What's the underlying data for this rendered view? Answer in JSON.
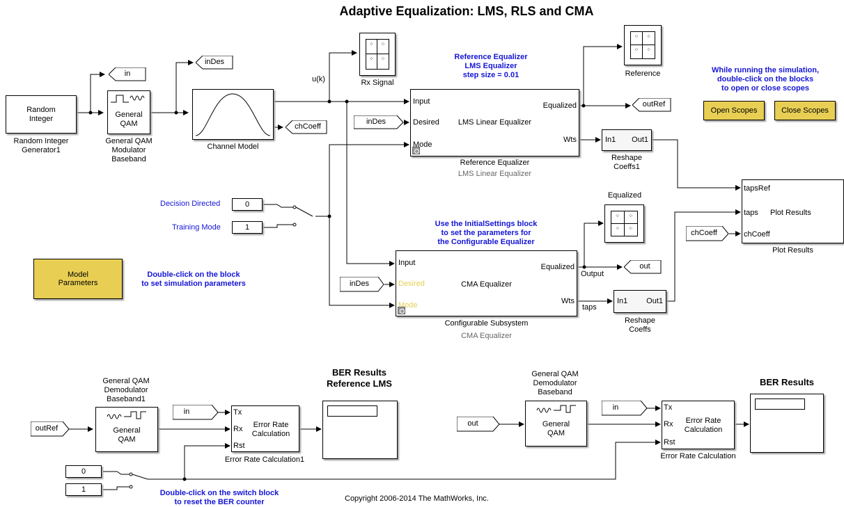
{
  "title": "Adaptive Equalization: LMS, RLS and CMA",
  "blocks": {
    "random_integer": {
      "text": "Random\nInteger",
      "caption": "Random Integer\nGenerator1"
    },
    "qam_mod": {
      "text": "General\nQAM",
      "caption": "General QAM\nModulator\nBaseband"
    },
    "channel": {
      "caption": "Channel Model"
    },
    "rx_scope": {
      "caption": "Rx Signal"
    },
    "ref_eq": {
      "center": "LMS Linear  Equalizer",
      "ports": {
        "input": "Input",
        "desired": "Desired",
        "mode": "Mode",
        "equalized": "Equalized",
        "wts": "Wts"
      },
      "caption": "Reference Equalizer",
      "subcaption": "LMS Linear  Equalizer",
      "note": "Reference Equalizer\nLMS Equalizer\nstep size = 0.01"
    },
    "ref_scope": {
      "caption": "Reference"
    },
    "reshape1": {
      "in": "In1",
      "out": "Out1",
      "caption": "Reshape\nCoeffs1"
    },
    "cfg_eq": {
      "center": "CMA Equalizer",
      "ports": {
        "input": "Input",
        "desired": "Desired",
        "mode": "Mode",
        "equalized": "Equalized",
        "wts": "Wts"
      },
      "caption": "Configurable Subsystem",
      "subcaption": "CMA Equalizer",
      "note": "Use the InitialSettings block\nto set the parameters for\nthe Configurable Equalizer",
      "output_label": "Output",
      "taps_label": "taps"
    },
    "eq_scope": {
      "caption": "Equalized"
    },
    "reshape": {
      "in": "In1",
      "out": "Out1",
      "caption": "Reshape\nCoeffs"
    },
    "plot": {
      "ports": [
        "tapsRef",
        "taps",
        "chCoeff"
      ],
      "center": "Plot Results",
      "caption": "Plot Results"
    },
    "model_params": {
      "text": "Model\nParameters",
      "note": "Double-click on the block\nto set simulation parameters"
    },
    "decision_directed": {
      "label": "Decision Directed",
      "value": "0"
    },
    "training_mode": {
      "label": "Training Mode",
      "value": "1"
    },
    "uk_label": "u(k)",
    "qam_demod1": {
      "text": "General\nQAM",
      "caption": "General QAM\nDemodulator\nBaseband1"
    },
    "err1": {
      "ports": [
        "Tx",
        "Rx",
        "Rst"
      ],
      "center": "Error Rate\nCalculation",
      "caption": "Error Rate Calculation1"
    },
    "ber1": {
      "title": "BER Results\nReference LMS"
    },
    "qam_demod": {
      "text": "General\nQAM",
      "caption": "General QAM\nDemodulator\nBaseband"
    },
    "err": {
      "ports": [
        "Tx",
        "Rx",
        "Rst"
      ],
      "center": "Error Rate\nCalculation",
      "caption": "Error Rate Calculation"
    },
    "ber": {
      "title": "BER Results"
    },
    "reset_consts": {
      "a": "0",
      "b": "1"
    },
    "reset_note": "Double-click on the switch block\nto reset the BER counter"
  },
  "tags": {
    "in_top": "in",
    "indes_top": "inDes",
    "chcoeff_top": "chCoeff",
    "outref_top": "outRef",
    "indes_mid": "inDes",
    "chcoeff_plot": "chCoeff",
    "indes_cfg": "inDes",
    "out_tag": "out",
    "outref_bottom": "outRef",
    "in_bottom1": "in",
    "out_bottom": "out",
    "in_bottom2": "in"
  },
  "scope_note": "While running the simulation,\ndouble-click on the blocks\nto open or close scopes",
  "buttons": {
    "open": "Open Scopes",
    "close": "Close Scopes"
  },
  "copyright": "Copyright 2006-2014 The MathWorks, Inc.",
  "colors": {
    "button_fill": "#e8cf54",
    "note_blue": "#1515d6"
  }
}
